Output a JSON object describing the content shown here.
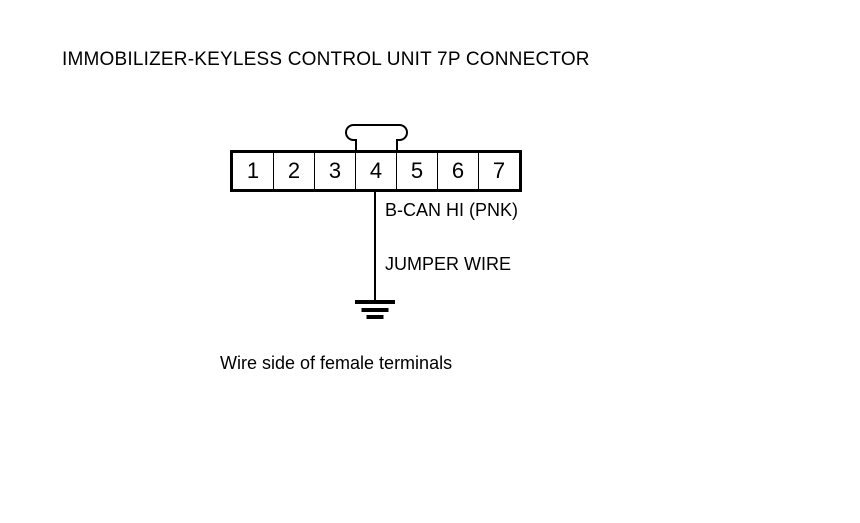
{
  "diagram": {
    "title": "IMMOBILIZER-KEYLESS CONTROL UNIT 7P CONNECTOR",
    "caption": "Wire side of female terminals",
    "connector": {
      "pin_count": 7,
      "pins": [
        {
          "number": "1"
        },
        {
          "number": "2"
        },
        {
          "number": "3"
        },
        {
          "number": "4"
        },
        {
          "number": "5"
        },
        {
          "number": "6"
        },
        {
          "number": "7"
        }
      ],
      "latch_tab": "connector-latch-tab"
    },
    "wire": {
      "source_pin": "4",
      "signal_label": "B-CAN HI (PNK)",
      "jumper_label": "JUMPER WIRE",
      "termination": "ground-symbol"
    },
    "colors": {
      "ink": "#000000",
      "background": "#ffffff"
    }
  }
}
